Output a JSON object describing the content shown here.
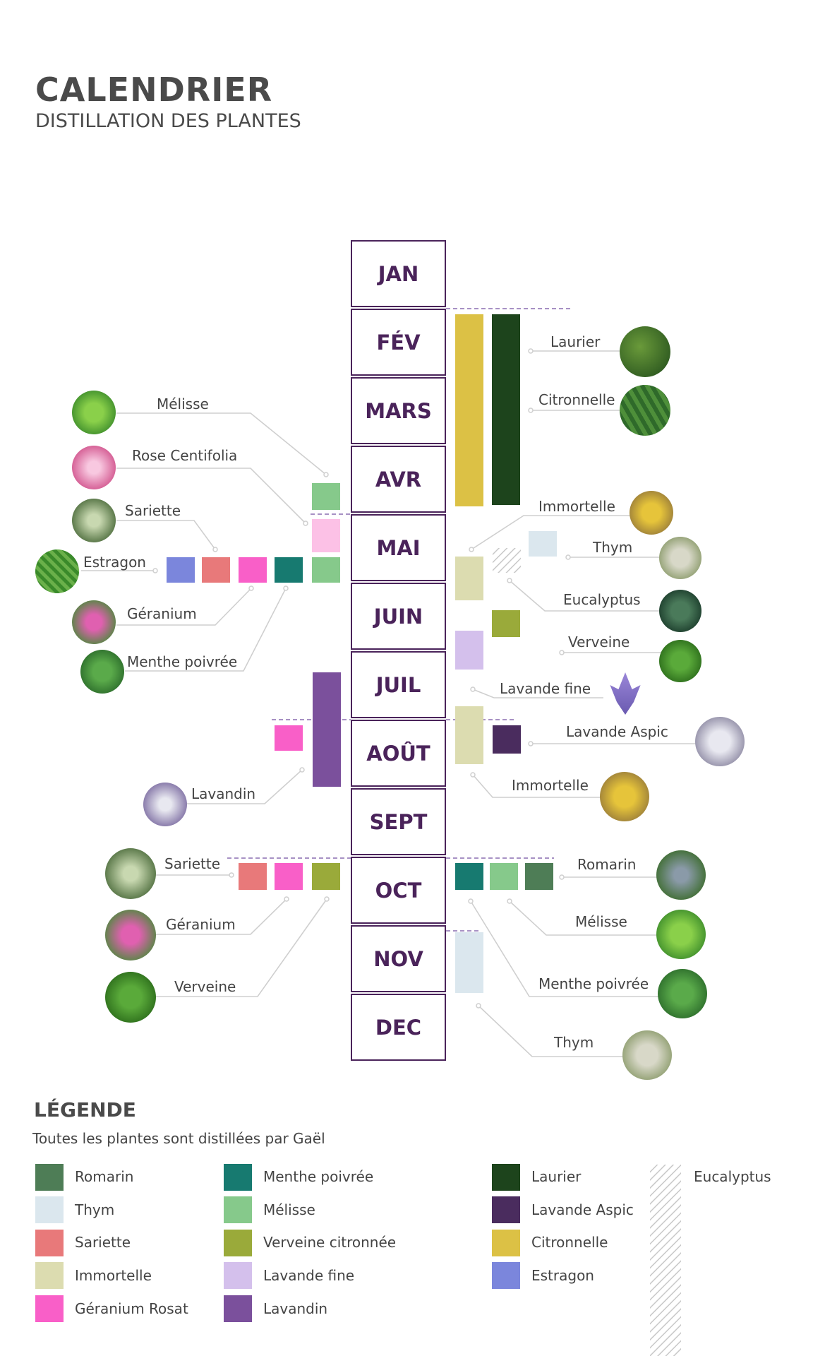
{
  "header": {
    "title": "CALENDRIER",
    "subtitle": "DISTILLATION DES PLANTES"
  },
  "months": [
    "JAN",
    "FÉV",
    "MARS",
    "AVR",
    "MAI",
    "JUIN",
    "JUIL",
    "AOÛT",
    "SEPT",
    "OCT",
    "NOV",
    "DEC"
  ],
  "labels": {
    "laurier": "Laurier",
    "citronnelle": "Citronnelle",
    "melisse_l": "Mélisse",
    "rose": "Rose Centifolia",
    "sariette_l": "Sariette",
    "estragon": "Estragon",
    "geranium_l": "Géranium",
    "menthe_l": "Menthe poivrée",
    "immortelle_r1": "Immortelle",
    "thym_r1": "Thym",
    "eucalyptus": "Eucalyptus",
    "verveine_r": "Verveine",
    "lavande_fine": "Lavande fine",
    "lavande_aspic": "Lavande Aspic",
    "immortelle_r2": "Immortelle",
    "lavandin": "Lavandin",
    "sariette_l2": "Sariette",
    "geranium_l2": "Géranium",
    "verveine_l2": "Verveine",
    "romarin_r": "Romarin",
    "melisse_r": "Mélisse",
    "menthe_r": "Menthe poivrée",
    "thym_r2": "Thym"
  },
  "legend": {
    "title": "LÉGENDE",
    "subtitle": "Toutes les plantes sont distillées par Gaël",
    "items": [
      {
        "label": "Romarin",
        "color": "#4e7d56"
      },
      {
        "label": "Thym",
        "color": "#dbe7ee"
      },
      {
        "label": "Sariette",
        "color": "#e8797a"
      },
      {
        "label": "Immortelle",
        "color": "#dcdcb0"
      },
      {
        "label": "Géranium Rosat",
        "color": "#f95fc8"
      },
      {
        "label": "Menthe poivrée",
        "color": "#177a70"
      },
      {
        "label": "Mélisse",
        "color": "#86c98b"
      },
      {
        "label": "Verveine citronnée",
        "color": "#9aaa3a"
      },
      {
        "label": "Lavande fine",
        "color": "#d4c0ec"
      },
      {
        "label": "Lavandin",
        "color": "#7b509c"
      },
      {
        "label": "Laurier",
        "color": "#1d441c"
      },
      {
        "label": "Lavande Aspic",
        "color": "#4a2c5e"
      },
      {
        "label": "Citronnelle",
        "color": "#dcc145"
      },
      {
        "label": "Estragon",
        "color": "#7b86dc"
      },
      {
        "label": "Eucalyptus",
        "color": "hatched"
      }
    ]
  }
}
